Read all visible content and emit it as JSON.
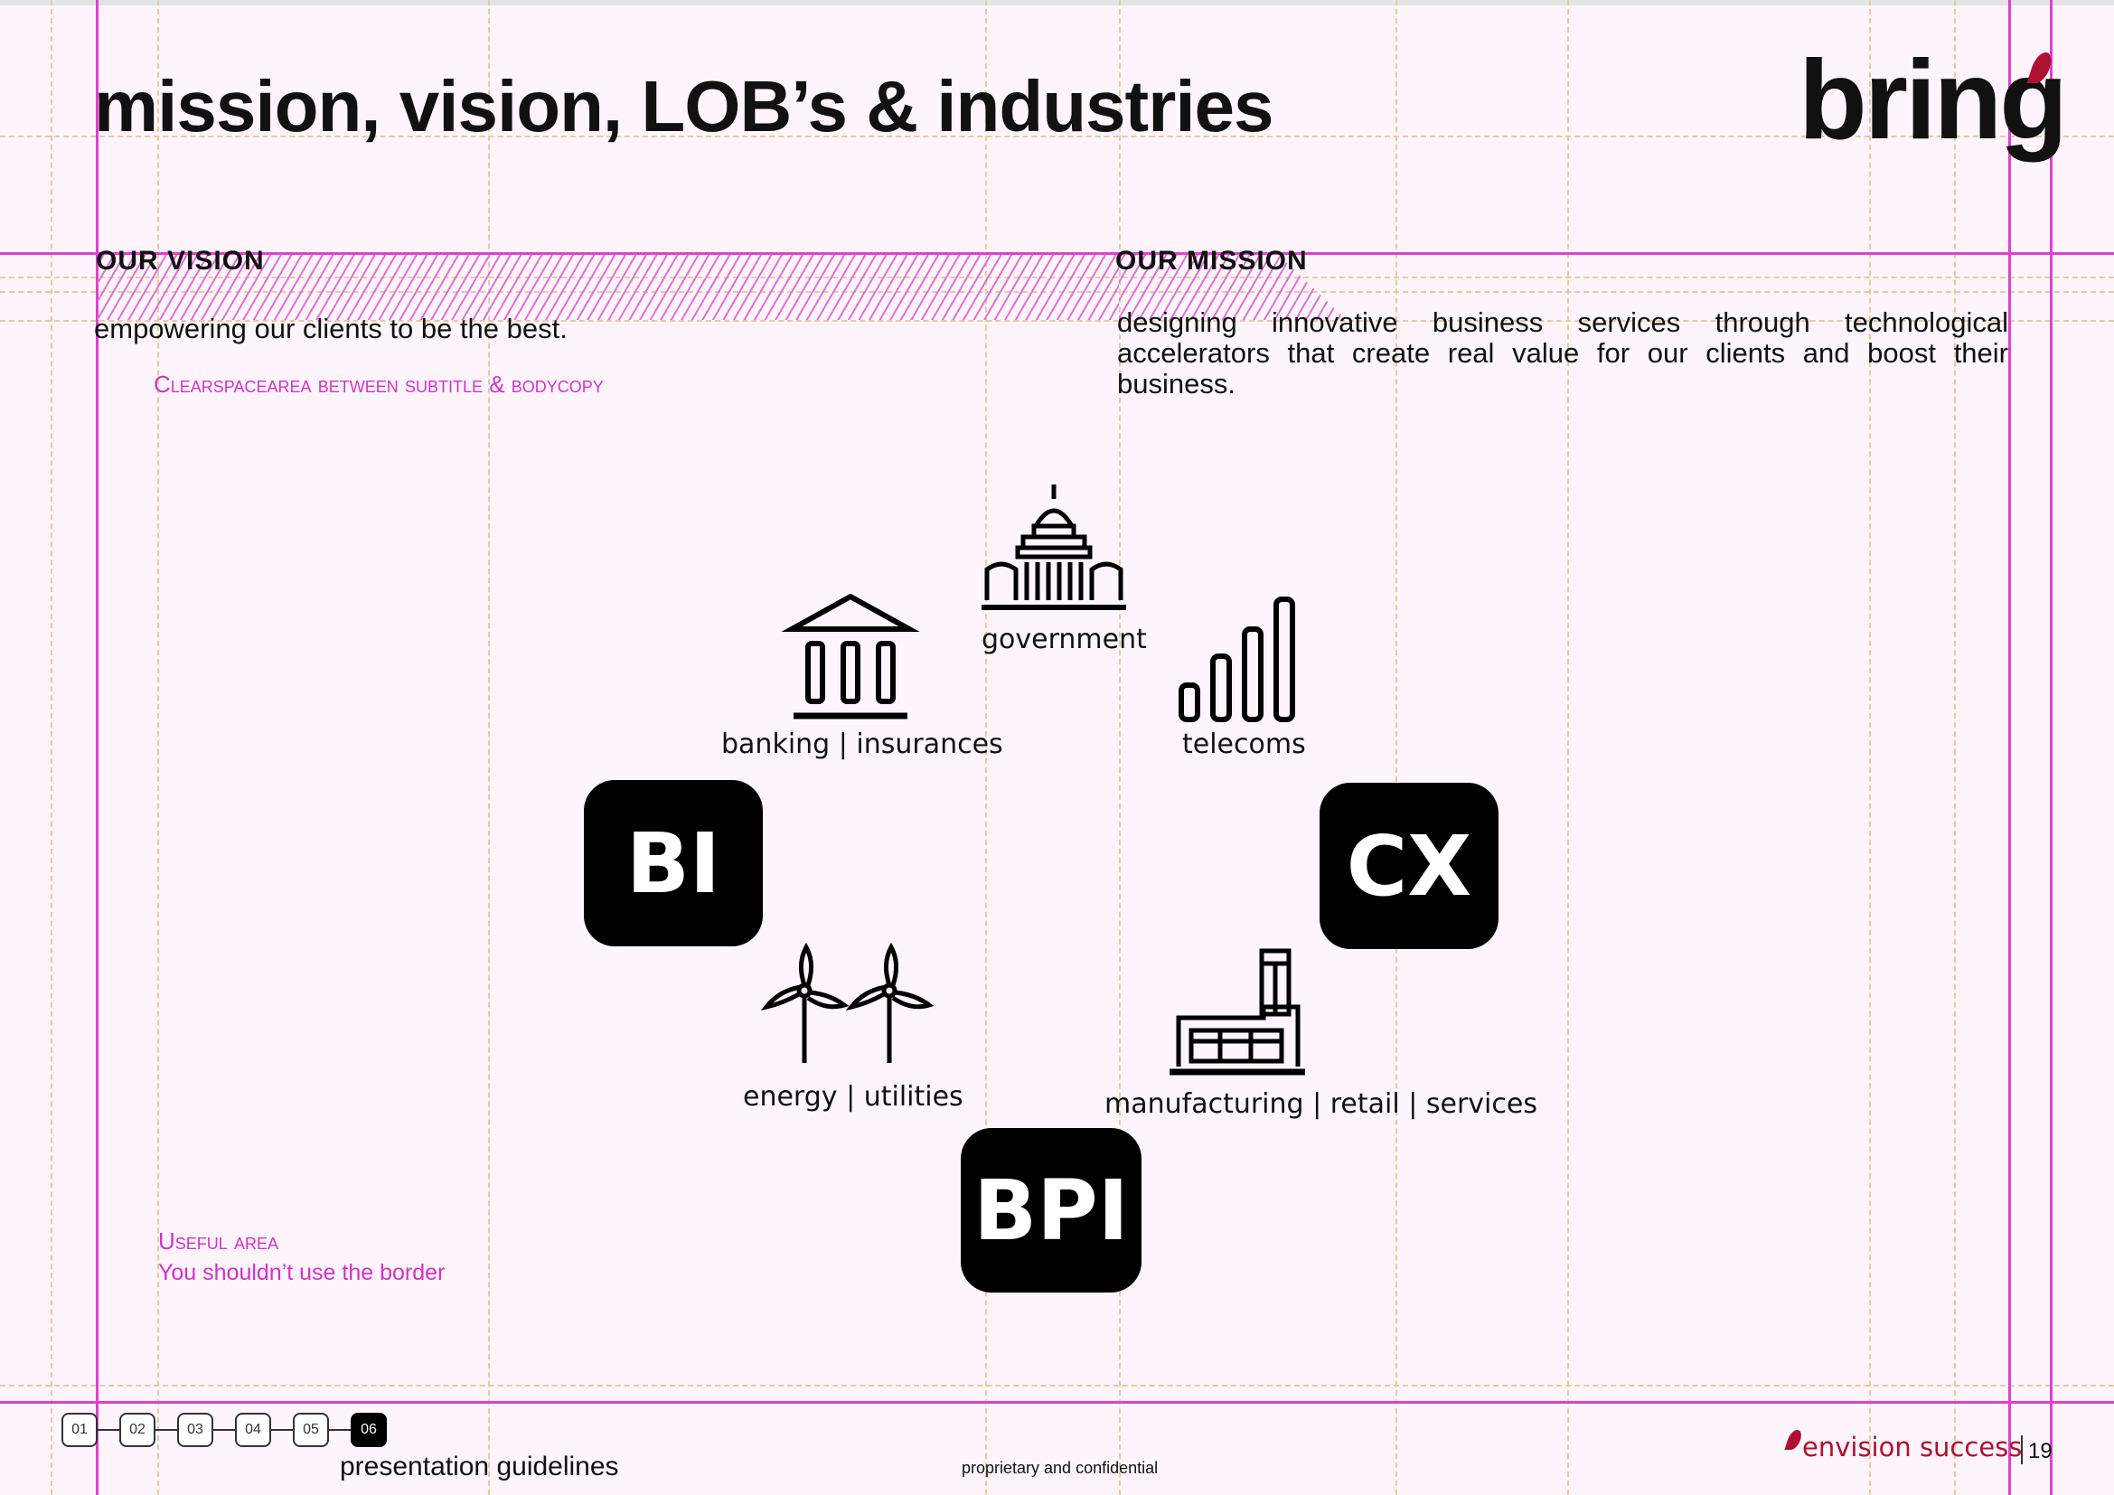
{
  "page": {
    "title": "mission, vision, LOB’s & industries",
    "logo": "bring",
    "vision": {
      "label": "OUR VISION",
      "text": "empowering our clients to be the best."
    },
    "mission": {
      "label": "OUR MISSION",
      "text": "designing innovative business services through technological accelerators that create real value for our clients and boost their business."
    },
    "notes": {
      "clearspace": "Clearspacearea between subtitle & bodycopy",
      "useful_area_title": "Useful area",
      "useful_area_text": "You shouldn’t use the border"
    }
  },
  "industries": [
    {
      "label": "government",
      "icon": "capitol-building-icon"
    },
    {
      "label": "banking  | insurances",
      "icon": "bank-building-icon"
    },
    {
      "label": "telecoms",
      "icon": "signal-bars-icon"
    },
    {
      "label": "energy  | utilities",
      "icon": "wind-turbine-icon"
    },
    {
      "label": "manufacturing  | retail | services",
      "icon": "factory-icon"
    }
  ],
  "lob": [
    {
      "label": "BI"
    },
    {
      "label": "CX"
    },
    {
      "label": "BPI"
    }
  ],
  "footer": {
    "steps": [
      "01",
      "02",
      "03",
      "04",
      "05",
      "06"
    ],
    "active_step": "06",
    "section": "presentation guidelines",
    "confidential": "proprietary and confidential",
    "tagline": "envision success",
    "page_number": "19"
  },
  "colors": {
    "guide_magenta": "#e040d0",
    "note_text": "#d232c8",
    "brand_red": "#b01030",
    "lob_box": "#000000"
  }
}
